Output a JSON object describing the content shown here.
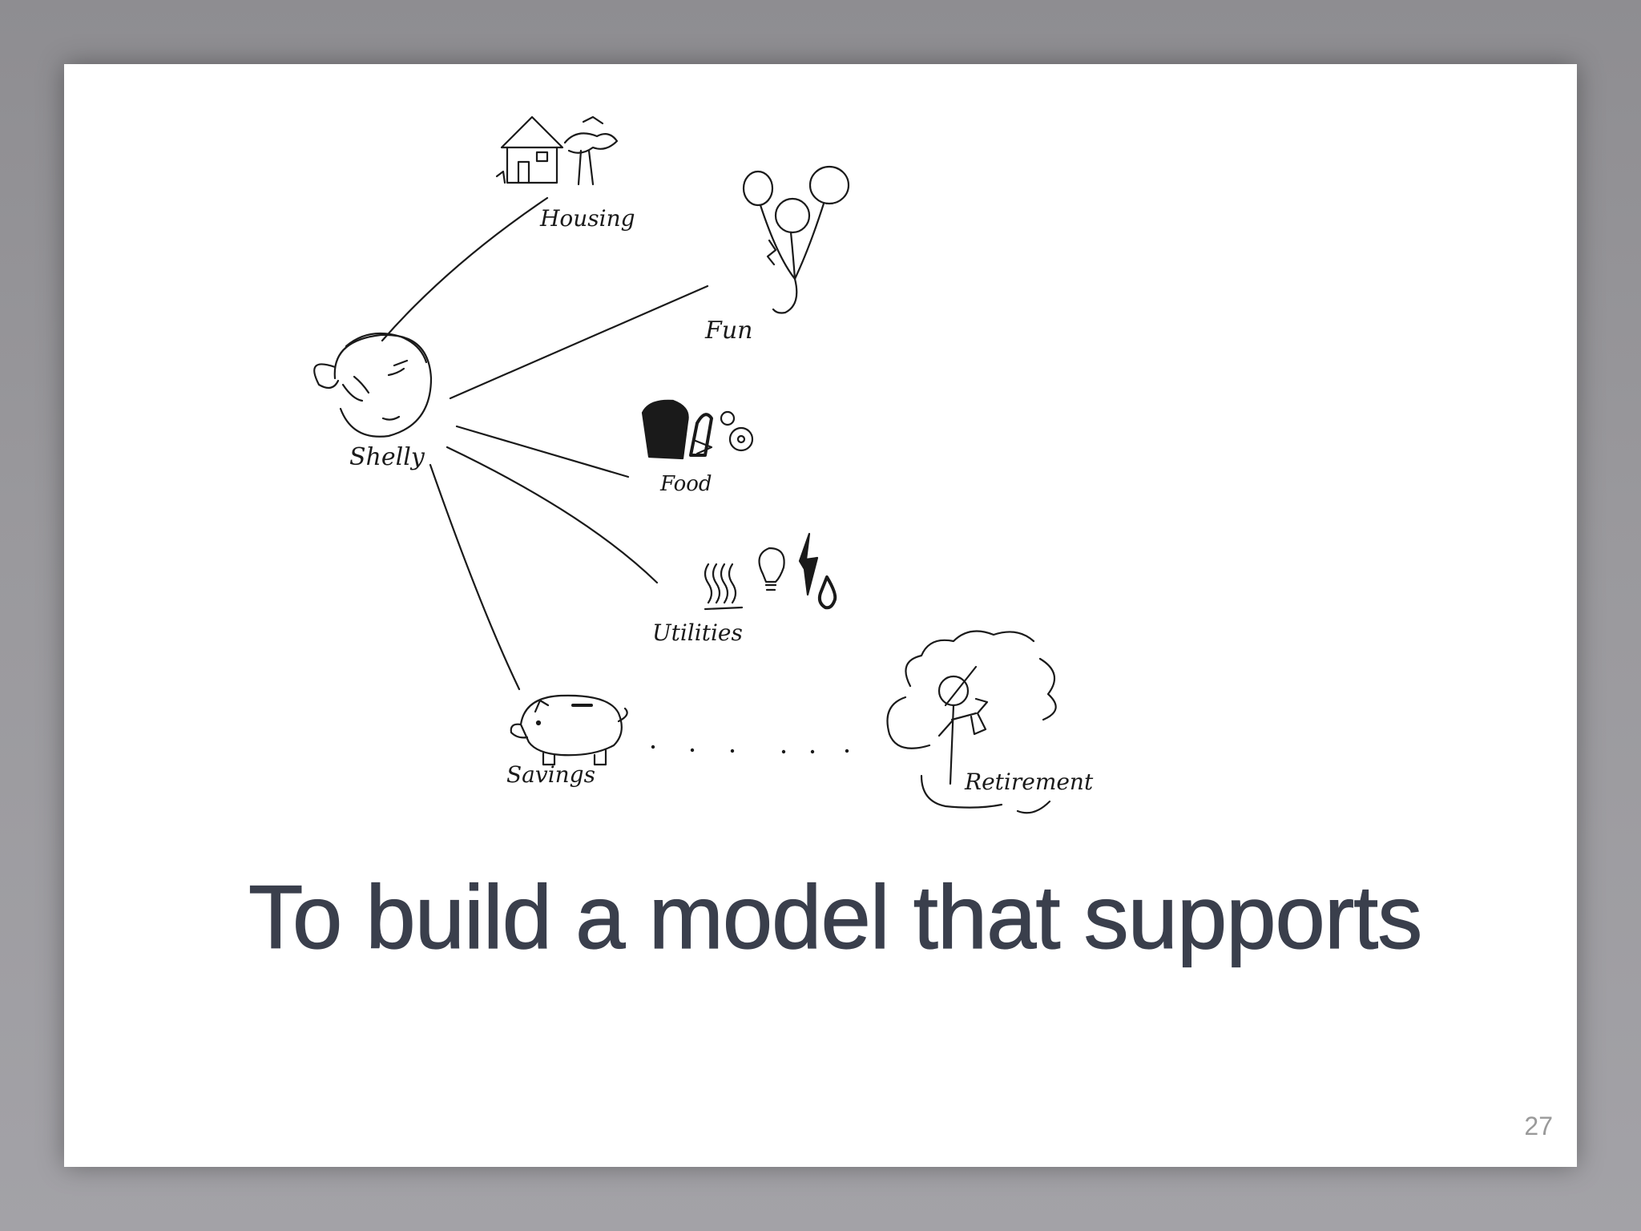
{
  "slide": {
    "caption": "To build a model that supports",
    "page_number": "27"
  },
  "diagram": {
    "center": {
      "label": "Shelly",
      "icon": "person-face-icon"
    },
    "nodes": [
      {
        "id": "housing",
        "label": "Housing",
        "icon": "house-icon"
      },
      {
        "id": "fun",
        "label": "Fun",
        "icon": "balloons-icon"
      },
      {
        "id": "food",
        "label": "Food",
        "icon": "food-icon"
      },
      {
        "id": "utilities",
        "label": "Utilities",
        "icon": "utilities-icon"
      },
      {
        "id": "savings",
        "label": "Savings",
        "icon": "piggy-bank-icon"
      },
      {
        "id": "retirement",
        "label": "Retirement",
        "icon": "retiree-icon"
      }
    ],
    "colors": {
      "ink": "#1a1a1a",
      "caption": "#3a3f4c"
    }
  }
}
